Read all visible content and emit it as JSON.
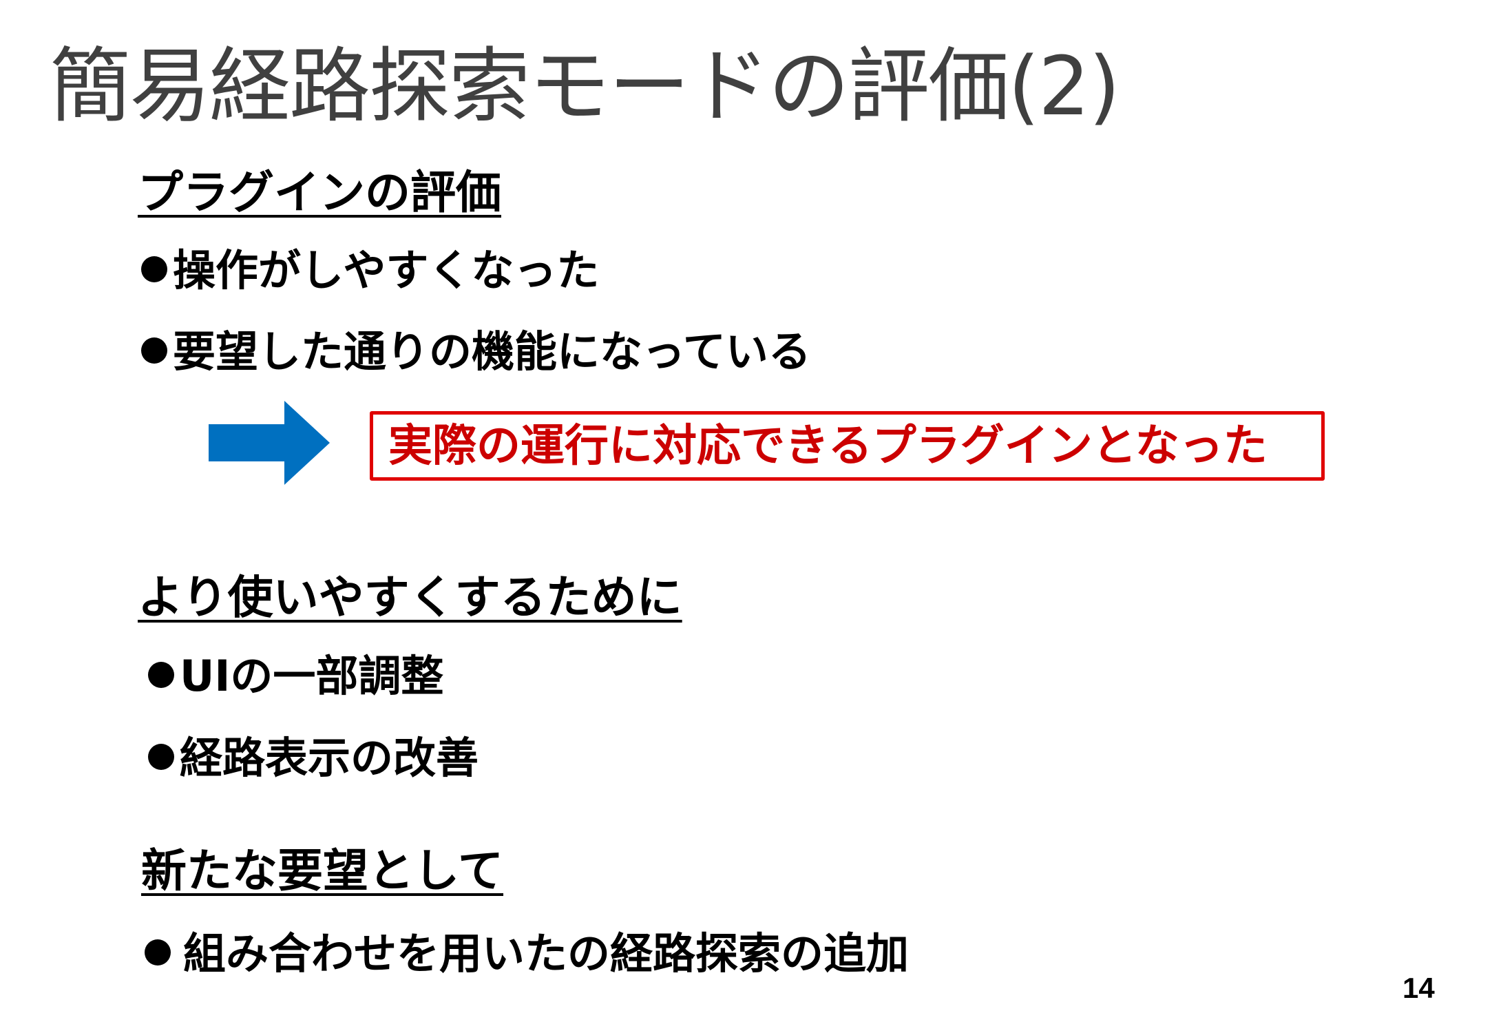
{
  "slide": {
    "title": "簡易経路探索モードの評価(2)",
    "page_number": "14"
  },
  "section1": {
    "heading": "プラグインの評価",
    "bullets": [
      "操作がしやすくなった",
      "要望した通りの機能になっている"
    ],
    "callout": "実際の運行に対応できるプラグインとなった"
  },
  "section2": {
    "heading": "より使いやすくするために",
    "bullets": [
      "UIの一部調整",
      "経路表示の改善"
    ]
  },
  "section3": {
    "heading": "新たな要望として",
    "bullets": [
      "組み合わせを用いたの経路探索の追加"
    ]
  },
  "colors": {
    "title": "#404040",
    "arrow": "#0070c0",
    "callout_border": "#e00000",
    "callout_text": "#cc0000"
  },
  "icons": {
    "arrow": "right-arrow-icon",
    "bullet": "bullet-dot-icon"
  }
}
